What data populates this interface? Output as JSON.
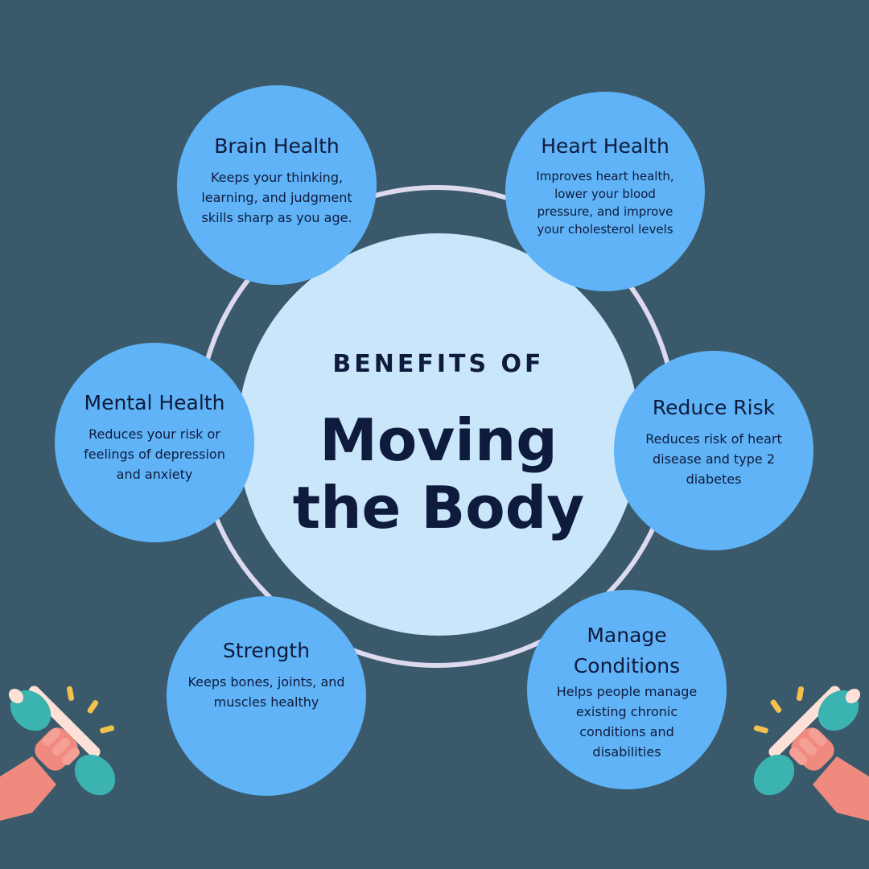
{
  "center": {
    "eyebrow": "BENEFITS OF",
    "title_line1": "Moving",
    "title_line2": "the Body"
  },
  "benefits": [
    {
      "title": "Brain Health",
      "desc": "Keeps your thinking, learning, and judgment skills sharp as you age."
    },
    {
      "title": "Heart Health",
      "desc": "Improves heart health, lower your blood pressure, and improve your cholesterol levels"
    },
    {
      "title": "Mental Health",
      "desc": "Reduces your risk or feelings of depression and anxiety"
    },
    {
      "title": "Reduce Risk",
      "desc": "Reduces risk of heart disease and type 2 diabetes"
    },
    {
      "title": "Strength",
      "desc": "Keeps bones, joints, and muscles healthy"
    },
    {
      "title": "Manage Conditions",
      "desc": "Helps people manage existing chronic conditions and disabilities"
    }
  ],
  "colors": {
    "background": "#3a5a6c",
    "center_circle": "#c9e6fb",
    "bubble": "#5fb3f6",
    "ring": "#ddd9ee",
    "text": "#0f1b3d"
  },
  "icons": [
    "dumbbell-hand-left-icon",
    "dumbbell-hand-right-icon"
  ]
}
